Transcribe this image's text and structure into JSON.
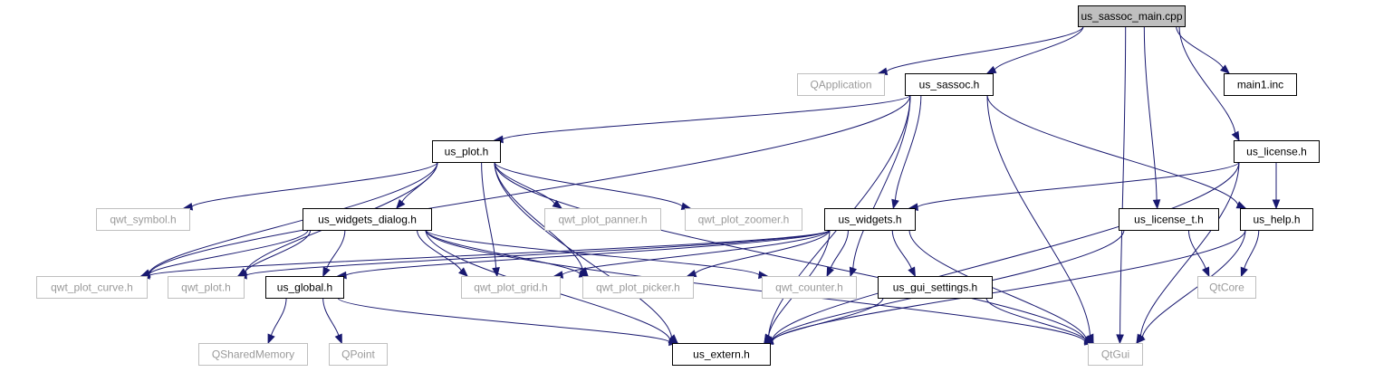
{
  "colors": {
    "edge": "#191970",
    "root_fill": "#bfbfbf",
    "root_border": "#000000",
    "doc_border": "#000000",
    "external_border": "#bfbfbf",
    "doc_text": "#000000",
    "external_text": "#9a9a9a",
    "background": "#ffffff"
  },
  "nodes": [
    {
      "id": "us_sassoc_main_cpp",
      "label": "us_sassoc_main.cpp",
      "kind": "root"
    },
    {
      "id": "QApplication",
      "label": "QApplication",
      "kind": "external"
    },
    {
      "id": "us_sassoc_h",
      "label": "us_sassoc.h",
      "kind": "documented"
    },
    {
      "id": "main1_inc",
      "label": "main1.inc",
      "kind": "documented"
    },
    {
      "id": "us_license_h",
      "label": "us_license.h",
      "kind": "documented"
    },
    {
      "id": "us_plot_h",
      "label": "us_plot.h",
      "kind": "documented"
    },
    {
      "id": "qwt_symbol_h",
      "label": "qwt_symbol.h",
      "kind": "external"
    },
    {
      "id": "us_widgets_dialog_h",
      "label": "us_widgets_dialog.h",
      "kind": "documented"
    },
    {
      "id": "qwt_plot_panner_h",
      "label": "qwt_plot_panner.h",
      "kind": "external"
    },
    {
      "id": "qwt_plot_zoomer_h",
      "label": "qwt_plot_zoomer.h",
      "kind": "external"
    },
    {
      "id": "us_widgets_h",
      "label": "us_widgets.h",
      "kind": "documented"
    },
    {
      "id": "us_license_t_h",
      "label": "us_license_t.h",
      "kind": "documented"
    },
    {
      "id": "us_help_h",
      "label": "us_help.h",
      "kind": "documented"
    },
    {
      "id": "qwt_plot_curve_h",
      "label": "qwt_plot_curve.h",
      "kind": "external"
    },
    {
      "id": "qwt_plot_h",
      "label": "qwt_plot.h",
      "kind": "external"
    },
    {
      "id": "us_global_h",
      "label": "us_global.h",
      "kind": "documented"
    },
    {
      "id": "qwt_plot_grid_h",
      "label": "qwt_plot_grid.h",
      "kind": "external"
    },
    {
      "id": "qwt_plot_picker_h",
      "label": "qwt_plot_picker.h",
      "kind": "external"
    },
    {
      "id": "qwt_counter_h",
      "label": "qwt_counter.h",
      "kind": "external"
    },
    {
      "id": "us_gui_settings_h",
      "label": "us_gui_settings.h",
      "kind": "documented"
    },
    {
      "id": "QtCore",
      "label": "QtCore",
      "kind": "external"
    },
    {
      "id": "QSharedMemory",
      "label": "QSharedMemory",
      "kind": "external"
    },
    {
      "id": "QPoint",
      "label": "QPoint",
      "kind": "external"
    },
    {
      "id": "us_extern_h",
      "label": "us_extern.h",
      "kind": "documented"
    },
    {
      "id": "QtGui",
      "label": "QtGui",
      "kind": "external"
    }
  ],
  "edges": [
    {
      "from": "us_sassoc_main_cpp",
      "to": "QApplication"
    },
    {
      "from": "us_sassoc_main_cpp",
      "to": "us_sassoc_h"
    },
    {
      "from": "us_sassoc_main_cpp",
      "to": "main1_inc"
    },
    {
      "from": "us_sassoc_main_cpp",
      "to": "us_license_h"
    },
    {
      "from": "us_sassoc_main_cpp",
      "to": "us_license_t_h"
    },
    {
      "from": "us_sassoc_main_cpp",
      "to": "QtGui"
    },
    {
      "from": "us_sassoc_h",
      "to": "us_plot_h"
    },
    {
      "from": "us_sassoc_h",
      "to": "us_widgets_h"
    },
    {
      "from": "us_sassoc_h",
      "to": "us_help_h"
    },
    {
      "from": "us_sassoc_h",
      "to": "qwt_plot_curve_h"
    },
    {
      "from": "us_sassoc_h",
      "to": "qwt_counter_h"
    },
    {
      "from": "us_sassoc_h",
      "to": "us_extern_h"
    },
    {
      "from": "us_sassoc_h",
      "to": "QtGui"
    },
    {
      "from": "us_license_h",
      "to": "us_widgets_h"
    },
    {
      "from": "us_license_h",
      "to": "us_help_h"
    },
    {
      "from": "us_license_h",
      "to": "us_extern_h"
    },
    {
      "from": "us_license_h",
      "to": "QtGui"
    },
    {
      "from": "us_plot_h",
      "to": "qwt_symbol_h"
    },
    {
      "from": "us_plot_h",
      "to": "us_widgets_dialog_h"
    },
    {
      "from": "us_plot_h",
      "to": "qwt_plot_panner_h"
    },
    {
      "from": "us_plot_h",
      "to": "qwt_plot_zoomer_h"
    },
    {
      "from": "us_plot_h",
      "to": "qwt_plot_curve_h"
    },
    {
      "from": "us_plot_h",
      "to": "qwt_plot_h"
    },
    {
      "from": "us_plot_h",
      "to": "qwt_plot_grid_h"
    },
    {
      "from": "us_plot_h",
      "to": "qwt_plot_picker_h"
    },
    {
      "from": "us_plot_h",
      "to": "us_extern_h"
    },
    {
      "from": "us_plot_h",
      "to": "QtGui"
    },
    {
      "from": "us_widgets_dialog_h",
      "to": "qwt_plot_curve_h"
    },
    {
      "from": "us_widgets_dialog_h",
      "to": "qwt_plot_h"
    },
    {
      "from": "us_widgets_dialog_h",
      "to": "us_global_h"
    },
    {
      "from": "us_widgets_dialog_h",
      "to": "qwt_plot_grid_h"
    },
    {
      "from": "us_widgets_dialog_h",
      "to": "qwt_plot_picker_h"
    },
    {
      "from": "us_widgets_dialog_h",
      "to": "qwt_counter_h"
    },
    {
      "from": "us_widgets_dialog_h",
      "to": "us_extern_h"
    },
    {
      "from": "us_widgets_dialog_h",
      "to": "QtGui"
    },
    {
      "from": "us_widgets_h",
      "to": "qwt_plot_curve_h"
    },
    {
      "from": "us_widgets_h",
      "to": "qwt_plot_h"
    },
    {
      "from": "us_widgets_h",
      "to": "us_global_h"
    },
    {
      "from": "us_widgets_h",
      "to": "qwt_plot_grid_h"
    },
    {
      "from": "us_widgets_h",
      "to": "qwt_plot_picker_h"
    },
    {
      "from": "us_widgets_h",
      "to": "qwt_counter_h"
    },
    {
      "from": "us_widgets_h",
      "to": "us_gui_settings_h"
    },
    {
      "from": "us_widgets_h",
      "to": "us_extern_h"
    },
    {
      "from": "us_widgets_h",
      "to": "QtGui"
    },
    {
      "from": "us_license_t_h",
      "to": "QtCore"
    },
    {
      "from": "us_license_t_h",
      "to": "us_extern_h"
    },
    {
      "from": "us_help_h",
      "to": "QtCore"
    },
    {
      "from": "us_help_h",
      "to": "us_extern_h"
    },
    {
      "from": "us_help_h",
      "to": "QtGui"
    },
    {
      "from": "us_global_h",
      "to": "QSharedMemory"
    },
    {
      "from": "us_global_h",
      "to": "QPoint"
    },
    {
      "from": "us_global_h",
      "to": "us_extern_h"
    },
    {
      "from": "us_gui_settings_h",
      "to": "us_extern_h"
    },
    {
      "from": "us_gui_settings_h",
      "to": "QtGui"
    }
  ]
}
